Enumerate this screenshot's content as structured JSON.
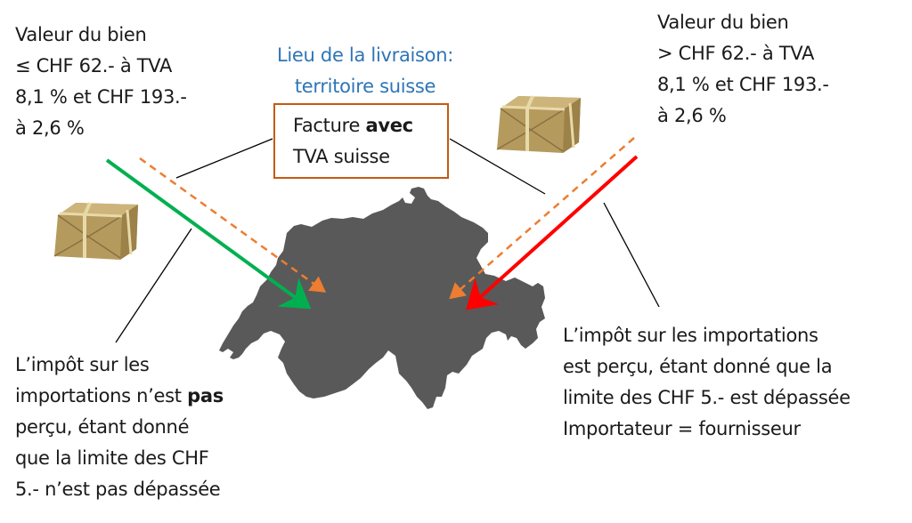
{
  "left_condition": {
    "lines": [
      "Valeur du bien",
      "≤ CHF 62.- à TVA",
      "8,1 % et CHF 193.-",
      "à 2,6 %"
    ]
  },
  "right_condition": {
    "lines": [
      "Valeur du bien",
      "> CHF 62.- à TVA",
      "8,1 % et CHF 193.-",
      "à 2,6 %"
    ]
  },
  "delivery_place": {
    "lines": [
      "Lieu de la livraison:",
      "territoire suisse"
    ],
    "color": "#2e75b6"
  },
  "invoice_box": {
    "line1_prefix": "Facture ",
    "line1_bold": "avec",
    "line2": "TVA suisse",
    "border_color": "#c55a11"
  },
  "left_outcome": {
    "line1": "L’impôt sur les",
    "line2_prefix": "importations n’est ",
    "line2_bold": "pas",
    "line3": "perçu, étant donné",
    "line4": "que la limite des CHF",
    "line5": "5.- n’est pas dépassée"
  },
  "right_outcome": {
    "lines": [
      "L’impôt sur les importations",
      "est perçu, étant donné que la",
      "limite des CHF 5.- est dépassée",
      "Importateur = fournisseur"
    ]
  },
  "icons": {
    "left_parcel": "parcel-icon",
    "right_parcel": "parcel-icon",
    "map": "switzerland-map"
  },
  "colors": {
    "green_arrow": "#00b050",
    "red_arrow": "#ff0000",
    "dashed_arrow": "#ed7d31",
    "map_fill": "#595959",
    "connector": "#000000"
  }
}
